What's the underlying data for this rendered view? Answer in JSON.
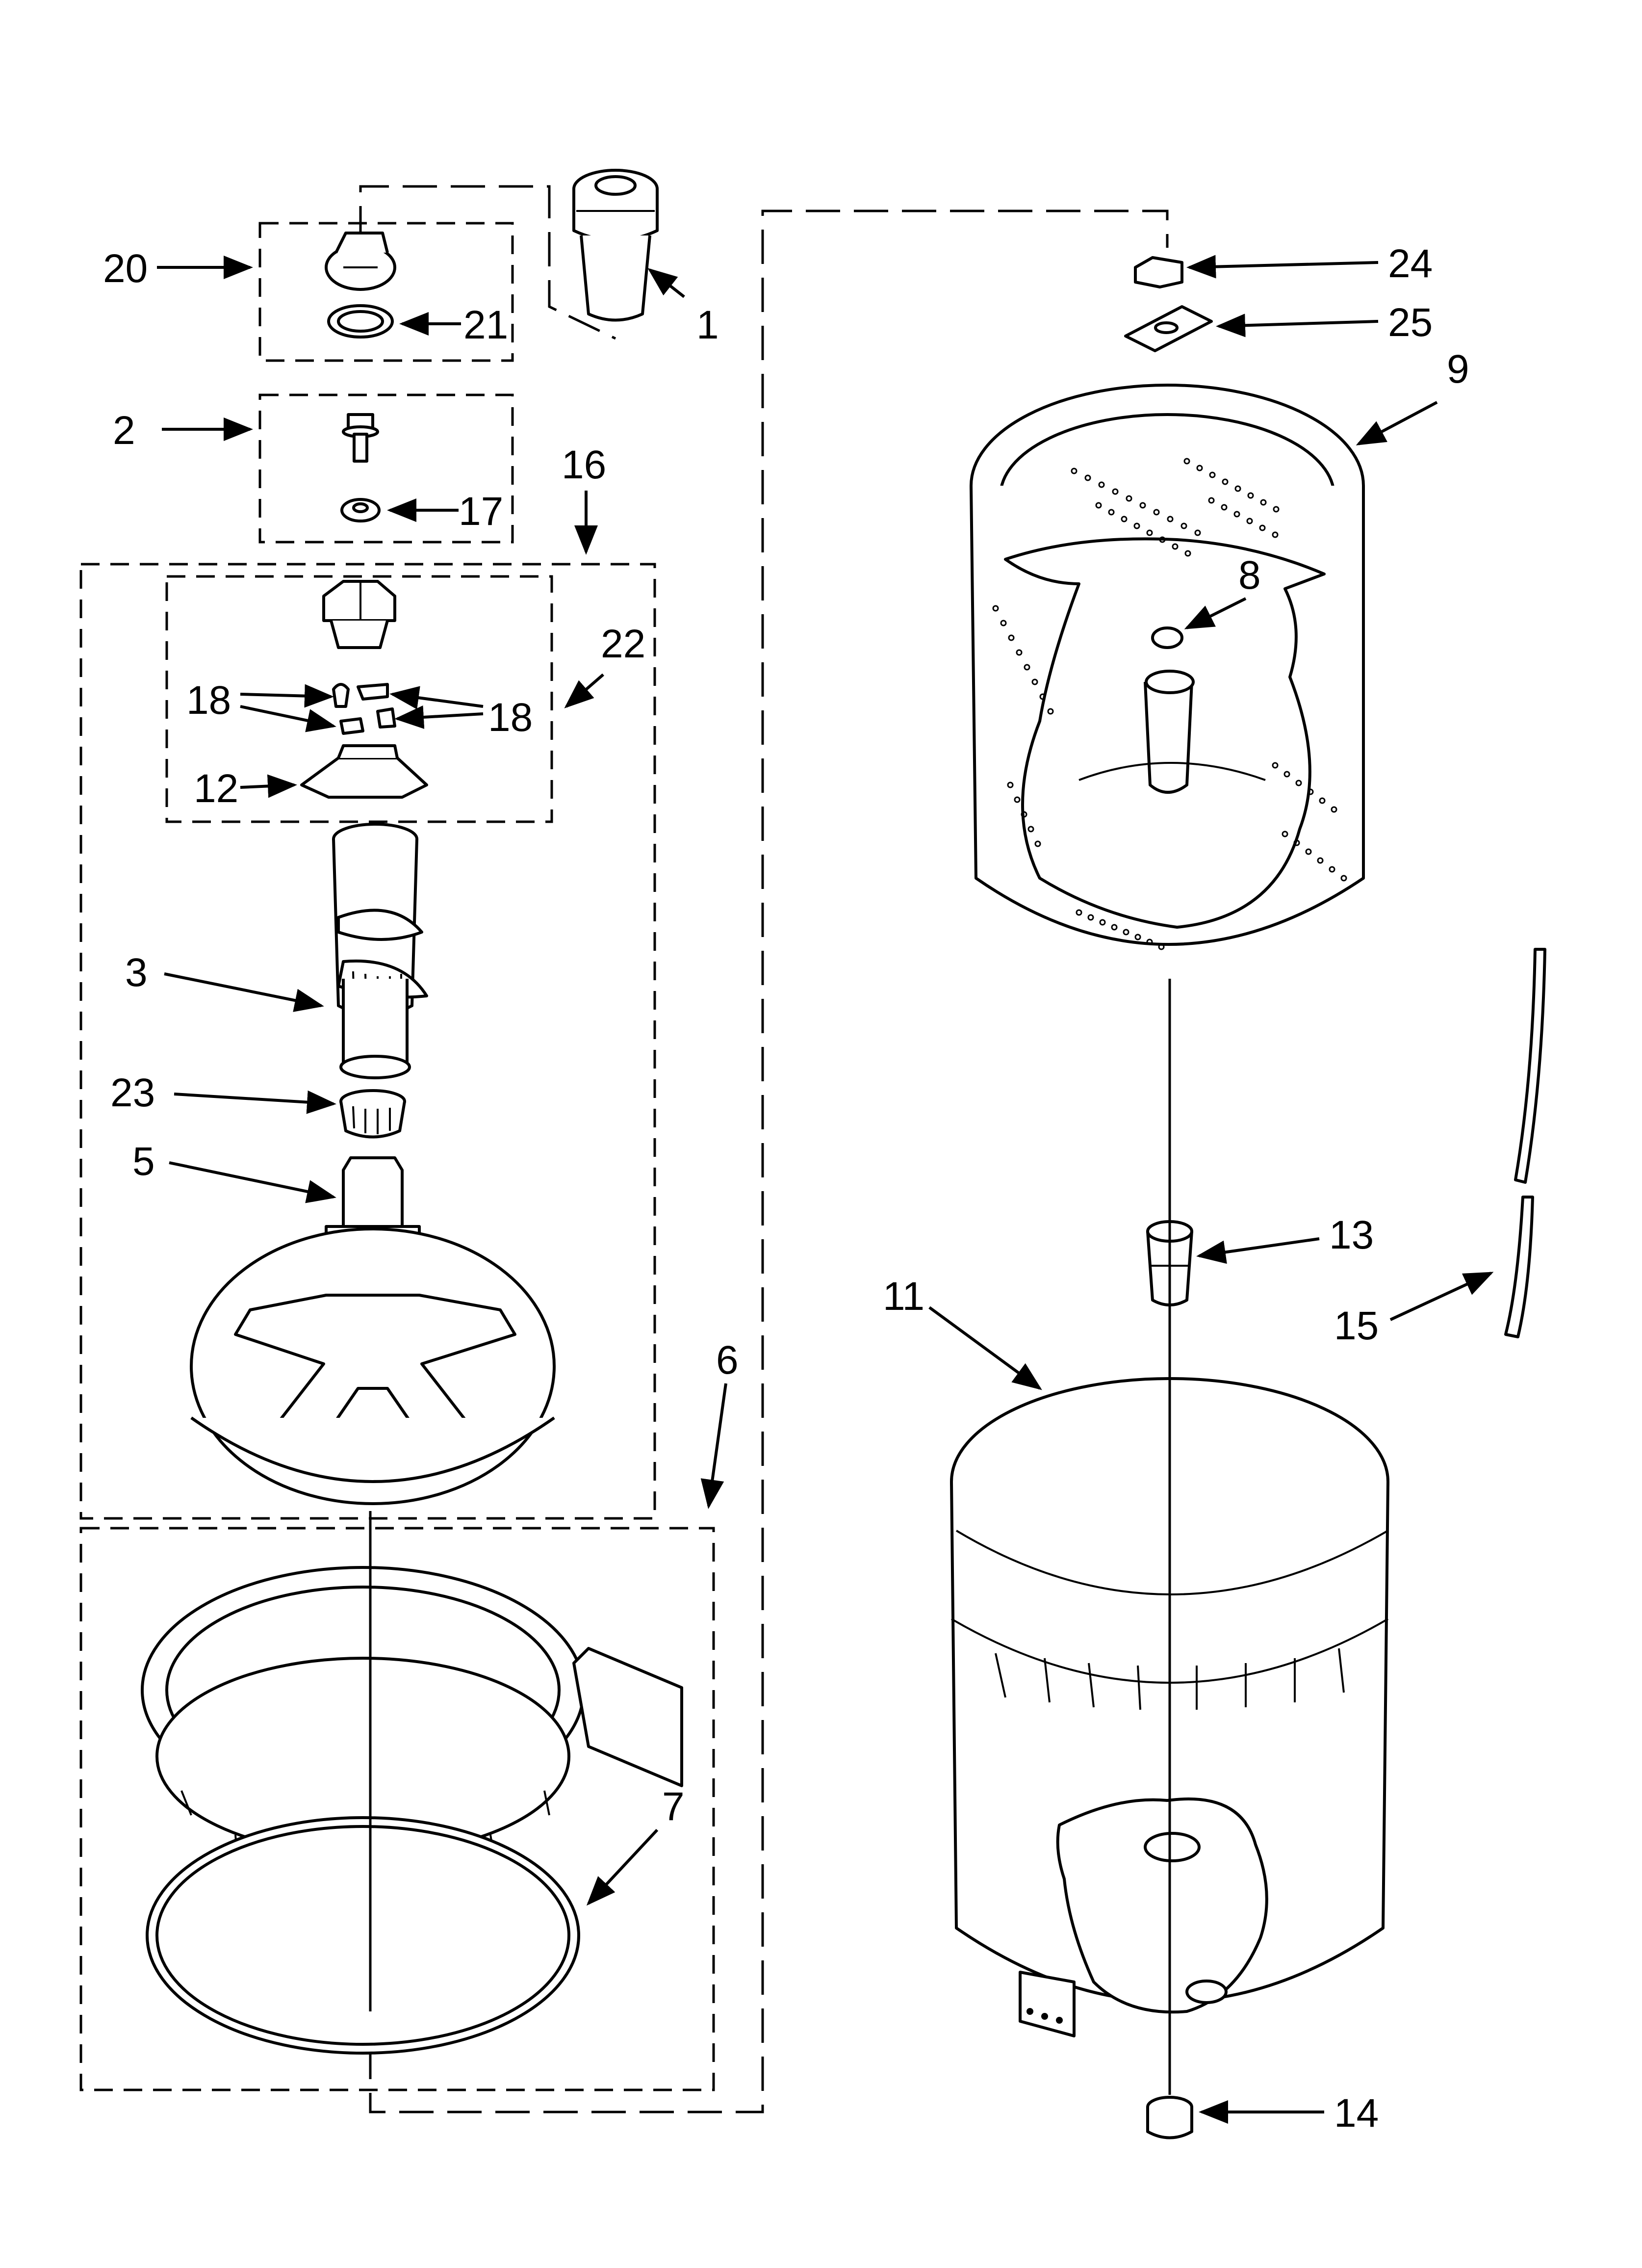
{
  "diagram": {
    "callouts": [
      {
        "id": "c20",
        "text": "20"
      },
      {
        "id": "c21",
        "text": "21"
      },
      {
        "id": "c1",
        "text": "1"
      },
      {
        "id": "c2",
        "text": "2"
      },
      {
        "id": "c17",
        "text": "17"
      },
      {
        "id": "c16",
        "text": "16"
      },
      {
        "id": "c22",
        "text": "22"
      },
      {
        "id": "c18a",
        "text": "18"
      },
      {
        "id": "c18b",
        "text": "18"
      },
      {
        "id": "c12",
        "text": "12"
      },
      {
        "id": "c3",
        "text": "3"
      },
      {
        "id": "c23",
        "text": "23"
      },
      {
        "id": "c5",
        "text": "5"
      },
      {
        "id": "c6",
        "text": "6"
      },
      {
        "id": "c7",
        "text": "7"
      },
      {
        "id": "c24",
        "text": "24"
      },
      {
        "id": "c25",
        "text": "25"
      },
      {
        "id": "c9",
        "text": "9"
      },
      {
        "id": "c8",
        "text": "8"
      },
      {
        "id": "c13",
        "text": "13"
      },
      {
        "id": "c11",
        "text": "11"
      },
      {
        "id": "c15",
        "text": "15"
      },
      {
        "id": "c14",
        "text": "14"
      }
    ]
  }
}
